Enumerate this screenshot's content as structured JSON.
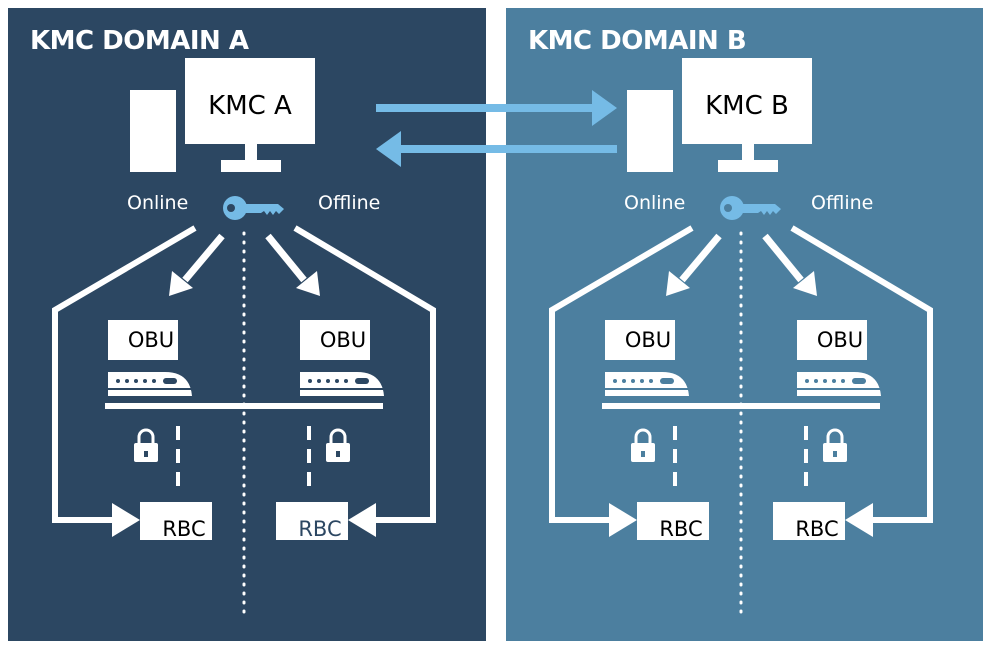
{
  "colors": {
    "domain_a_bg": "#2c4762",
    "domain_b_bg": "#4c7f9f",
    "key_and_link_arrows": "#75bbe6",
    "white": "#ffffff",
    "rbc_text_domain_a_right": "#2c4762"
  },
  "domains": {
    "a": {
      "title": "KMC DOMAIN A",
      "kmc_label": "KMC A",
      "online_label": "Online",
      "offline_label": "Offline",
      "obu_left": "OBU",
      "obu_right": "OBU",
      "rbc_left": "RBC",
      "rbc_right": "RBC"
    },
    "b": {
      "title": "KMC DOMAIN B",
      "kmc_label": "KMC B",
      "online_label": "Online",
      "offline_label": "Offline",
      "obu_left": "OBU",
      "obu_right": "OBU",
      "rbc_left": "RBC",
      "rbc_right": "RBC"
    }
  },
  "icons": [
    "key-icon",
    "lock-icon",
    "train-icon",
    "monitor-icon",
    "server-tower-icon"
  ]
}
